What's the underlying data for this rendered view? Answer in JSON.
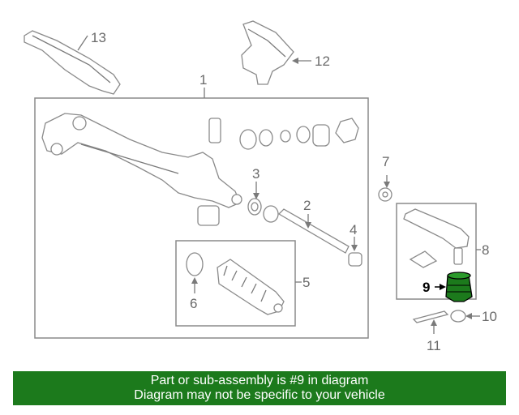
{
  "callouts": {
    "c1": "1",
    "c2": "2",
    "c3": "3",
    "c4": "4",
    "c5": "5",
    "c6": "6",
    "c7": "7",
    "c8": "8",
    "c9": "9",
    "c10": "10",
    "c11": "11",
    "c12": "12",
    "c13": "13"
  },
  "highlight": {
    "part_number": "9",
    "color": "#1c7a1c"
  },
  "banner": {
    "line1": "Part or sub-assembly is #9 in diagram",
    "line2": "Diagram may not be specific to your vehicle",
    "background": "#1c7a1c"
  }
}
